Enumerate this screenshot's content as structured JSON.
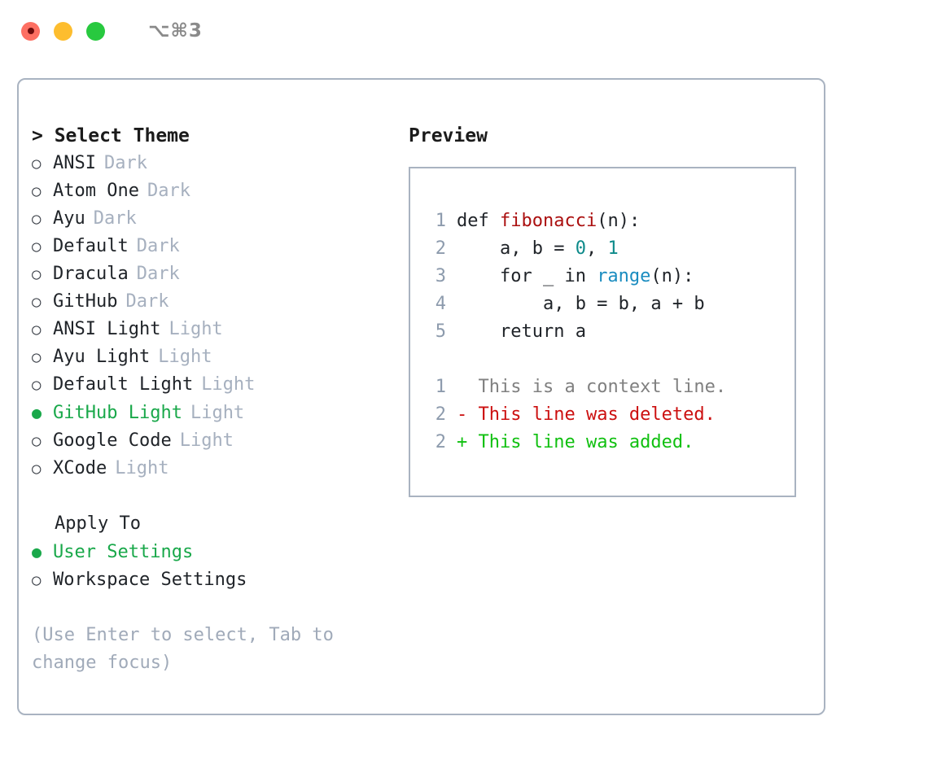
{
  "titlebar": {
    "traffic_lights": [
      "close-red",
      "minimize-yellow",
      "maximize-green"
    ],
    "shortcut": "⌥⌘3"
  },
  "left": {
    "heading": "> Select Theme",
    "themes": [
      {
        "bullet": "○",
        "name": "ANSI",
        "tag": "Dark",
        "selected": false
      },
      {
        "bullet": "○",
        "name": "Atom One",
        "tag": "Dark",
        "selected": false
      },
      {
        "bullet": "○",
        "name": "Ayu",
        "tag": "Dark",
        "selected": false
      },
      {
        "bullet": "○",
        "name": "Default",
        "tag": "Dark",
        "selected": false
      },
      {
        "bullet": "○",
        "name": "Dracula",
        "tag": "Dark",
        "selected": false
      },
      {
        "bullet": "○",
        "name": "GitHub",
        "tag": "Dark",
        "selected": false
      },
      {
        "bullet": "○",
        "name": "ANSI Light",
        "tag": "Light",
        "selected": false
      },
      {
        "bullet": "○",
        "name": "Ayu Light",
        "tag": "Light",
        "selected": false
      },
      {
        "bullet": "○",
        "name": "Default Light",
        "tag": "Light",
        "selected": false
      },
      {
        "bullet": "●",
        "name": "GitHub Light",
        "tag": "Light",
        "selected": true
      },
      {
        "bullet": "○",
        "name": "Google Code",
        "tag": "Light",
        "selected": false
      },
      {
        "bullet": "○",
        "name": "XCode",
        "tag": "Light",
        "selected": false
      }
    ],
    "apply_to": {
      "title": "Apply To",
      "options": [
        {
          "bullet": "●",
          "label": "User Settings",
          "selected": true
        },
        {
          "bullet": "○",
          "label": "Workspace Settings",
          "selected": false
        }
      ]
    },
    "hint": "(Use Enter to select, Tab to change focus)"
  },
  "right": {
    "heading": "Preview",
    "code_lines": [
      {
        "no": "1",
        "parts": [
          {
            "t": "def ",
            "c": "plain"
          },
          {
            "t": "fibonacci",
            "c": "fn"
          },
          {
            "t": "(n):",
            "c": "plain"
          }
        ]
      },
      {
        "no": "2",
        "parts": [
          {
            "t": "    a, b = ",
            "c": "plain"
          },
          {
            "t": "0",
            "c": "num"
          },
          {
            "t": ", ",
            "c": "plain"
          },
          {
            "t": "1",
            "c": "num"
          }
        ]
      },
      {
        "no": "3",
        "parts": [
          {
            "t": "    for _ in ",
            "c": "plain"
          },
          {
            "t": "range",
            "c": "call"
          },
          {
            "t": "(n):",
            "c": "plain"
          }
        ]
      },
      {
        "no": "4",
        "parts": [
          {
            "t": "        a, b = b, a + b",
            "c": "plain"
          }
        ]
      },
      {
        "no": "5",
        "parts": [
          {
            "t": "    return a",
            "c": "plain"
          }
        ]
      }
    ],
    "diff_lines": [
      {
        "no": "1",
        "marker": "  ",
        "text": "This is a context line.",
        "kind": "ctx"
      },
      {
        "no": "2",
        "marker": "- ",
        "text": "This line was deleted.",
        "kind": "del"
      },
      {
        "no": "2",
        "marker": "+ ",
        "text": "This line was added.",
        "kind": "add"
      }
    ]
  },
  "colors": {
    "accent_green": "#19a84a",
    "diff_delete": "#cc1010",
    "diff_add": "#10c010",
    "token_function": "#ab1010",
    "token_number": "#0d8a8a",
    "token_call": "#1a8cc0",
    "muted": "#a6b0bf",
    "border": "#a9b3c1"
  }
}
